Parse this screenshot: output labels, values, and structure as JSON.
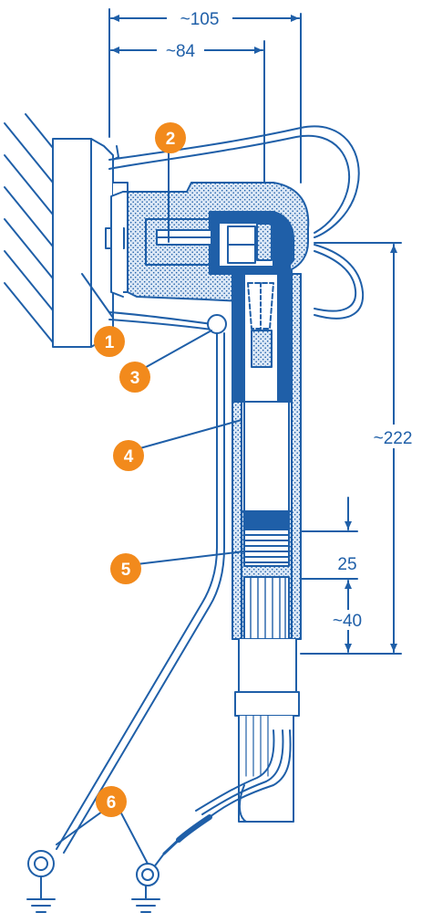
{
  "dimensions": {
    "width_105": "~105",
    "width_84": "~84",
    "length_222": "~222",
    "length_25": "25",
    "length_40": "~40"
  },
  "callouts": [
    "1",
    "2",
    "3",
    "4",
    "5",
    "6"
  ],
  "colors": {
    "line": "#1f5fa8",
    "hatch_fill": "#cfe0f3",
    "solid": "#1f5fa8",
    "badge": "#f28a1c",
    "background": "#ffffff"
  }
}
